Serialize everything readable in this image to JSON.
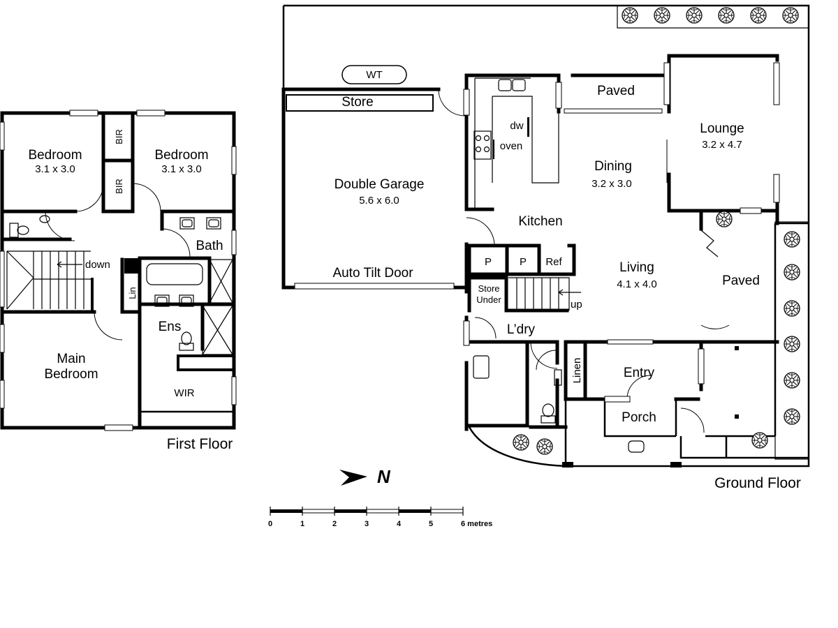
{
  "first_floor": {
    "title": "First Floor",
    "rooms": {
      "bedroom_1": {
        "name": "Bedroom",
        "dims": "3.1 x 3.0"
      },
      "bedroom_2": {
        "name": "Bedroom",
        "dims": "3.1 x 3.0"
      },
      "bir_1": "BIR",
      "bir_2": "BIR",
      "bath": "Bath",
      "lin": "Lin",
      "ens": "Ens",
      "wir": "WIR",
      "main_bedroom_line1": "Main",
      "main_bedroom_line2": "Bedroom",
      "stair_down": "down"
    }
  },
  "ground_floor": {
    "title": "Ground Floor",
    "rooms": {
      "wt": "WT",
      "store": "Store",
      "double_garage": {
        "name": "Double Garage",
        "dims": "5.6 x 6.0"
      },
      "auto_tilt_door": "Auto Tilt Door",
      "dw": "dw",
      "oven": "oven",
      "kitchen": "Kitchen",
      "paved_top": "Paved",
      "dining": {
        "name": "Dining",
        "dims": "3.2 x 3.0"
      },
      "lounge": {
        "name": "Lounge",
        "dims": "3.2 x 4.7"
      },
      "pantry_1": "P",
      "pantry_2": "P",
      "ref": "Ref",
      "store_under_line1": "Store",
      "store_under_line2": "Under",
      "stair_up": "up",
      "living": {
        "name": "Living",
        "dims": "4.1 x 4.0"
      },
      "paved_right": "Paved",
      "laundry": "L’dry",
      "linen": "Linen",
      "entry": "Entry",
      "porch": "Porch"
    }
  },
  "north": {
    "label": "N"
  },
  "scale": {
    "ticks": [
      "0",
      "1",
      "2",
      "3",
      "4",
      "5"
    ],
    "end_label": "6 metres"
  },
  "colors": {
    "line": "#000000",
    "background": "#ffffff"
  }
}
